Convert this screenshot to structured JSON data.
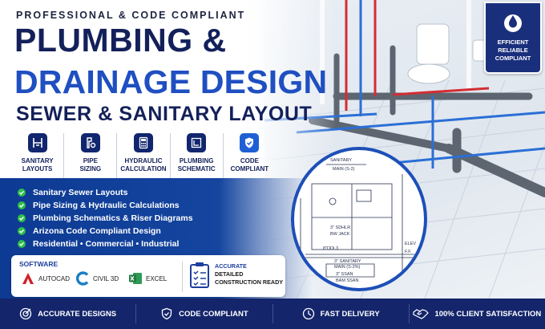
{
  "header": {
    "kicker": "PROFESSIONAL & CODE COMPLIANT",
    "title_line1": "PLUMBING &",
    "title_line2": "DRAINAGE DESIGN",
    "subtitle": "SEWER & SANITARY LAYOUT"
  },
  "features": [
    {
      "icon": "house-pipe-icon",
      "label1": "SANITARY",
      "label2": "LAYOUTS"
    },
    {
      "icon": "pipe-wrench-icon",
      "label1": "PIPE",
      "label2": "SIZING"
    },
    {
      "icon": "calculator-icon",
      "label1": "HYDRAULIC",
      "label2": "CALCULATION"
    },
    {
      "icon": "plumbing-schematic-icon",
      "label1": "PLUMBING",
      "label2": "SCHEMATIC"
    },
    {
      "icon": "shield-check-icon",
      "label1": "CODE",
      "label2": "COMPLIANT"
    }
  ],
  "bullets": [
    "Sanitary Sewer Layouts",
    "Pipe Sizing & Hydraulic Calculations",
    "Plumbing Schematics & Riser Diagrams",
    "Arizona Code Compliant Design",
    "Residential • Commercial • Industrial"
  ],
  "software": {
    "title": "SOFTWARE",
    "items": [
      {
        "icon": "autocad-logo-icon",
        "label": "AUTOCAD",
        "color": "#d0202a"
      },
      {
        "icon": "civil3d-logo-icon",
        "label": "CIVIL 3D",
        "color": "#1b7fc4"
      },
      {
        "icon": "excel-logo-icon",
        "label": "EXCEL",
        "color": "#1f7a3e"
      }
    ],
    "accurate_line1": "ACCURATE",
    "accurate_line2": "DETAILED",
    "accurate_line3": "CONSTRUCTION READY"
  },
  "badge": {
    "icon": "water-drop-icon",
    "line1": "EFFICIENT",
    "line2": "RELIABLE",
    "line3": "COMPLIANT"
  },
  "blueprint": {
    "labels": [
      "SANITARY",
      "MAIN (S-2)",
      "3\" SDHLR",
      "BW JACK",
      "8\"DDI 3",
      "3\" SANITARY",
      "MAIN (S-2%)",
      "3\" SSAN",
      "BAM SSAN",
      "ELEV",
      "F.F."
    ]
  },
  "footer": [
    {
      "icon": "target-icon",
      "label": "ACCURATE DESIGNS"
    },
    {
      "icon": "shield-check-icon",
      "label": "CODE COMPLIANT"
    },
    {
      "icon": "clock-icon",
      "label": "FAST DELIVERY"
    },
    {
      "icon": "handshake-icon",
      "label": "100% CLIENT SATISFACTION"
    }
  ],
  "colors": {
    "navy": "#13205a",
    "blue": "#1f4fc1",
    "green_check": "#2dbf4a",
    "footer_bg": "#14256b"
  }
}
